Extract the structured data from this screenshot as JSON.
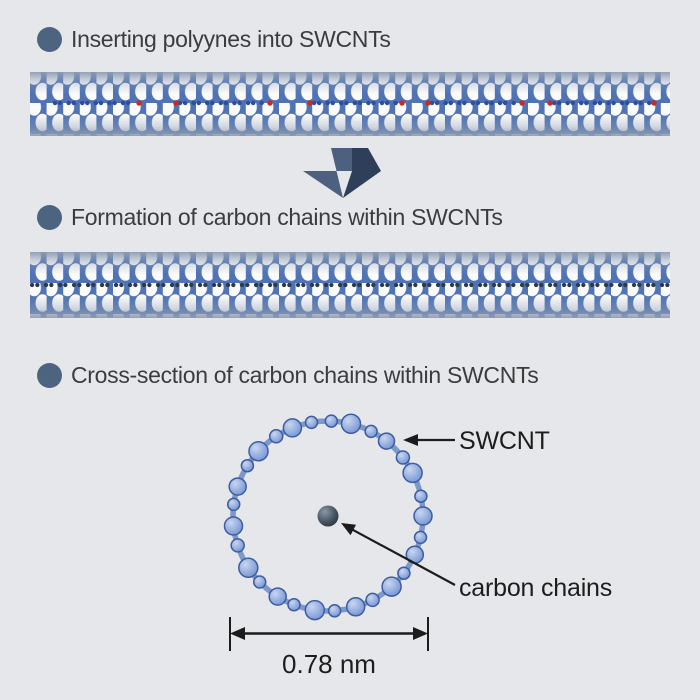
{
  "figure": {
    "background_color": "#e6e7ea",
    "sections": [
      {
        "bullet_icon": "circle-bullet-icon",
        "title": "Inserting polyynes into SWCNTs"
      },
      {
        "bullet_icon": "circle-bullet-icon",
        "title": "Formation of carbon chains within SWCNTs"
      },
      {
        "bullet_icon": "circle-bullet-icon",
        "title": "Cross-section of carbon chains within SWCNTs"
      }
    ],
    "process_arrow_icon": "down-arrow-icon",
    "illustrations": {
      "tube_top": "swcnt-tube-with-inserted-polyynes",
      "tube_bottom": "swcnt-tube-with-continuous-carbon-chain",
      "cross_section": "swcnt-cross-section-ring-with-central-carbon-chain"
    },
    "cross_section": {
      "swcnt_label": "SWCNT",
      "carbon_chains_label": "carbon chains",
      "diameter_label": "0.78 nm"
    },
    "colors": {
      "bullet": "#4d6480",
      "title_text": "#3c3c3e",
      "label_text": "#1d1d1d",
      "lattice_blue": "#4f73b4",
      "polyyne_blue": "#2c4e9c",
      "polyyne_end_red": "#cc2a1e",
      "carbon_chain_dark": "#2e3949",
      "bead_blue": "#8fa9dc",
      "process_arrow_light": "#4e6080",
      "process_arrow_dark": "#2f3f5a"
    }
  }
}
